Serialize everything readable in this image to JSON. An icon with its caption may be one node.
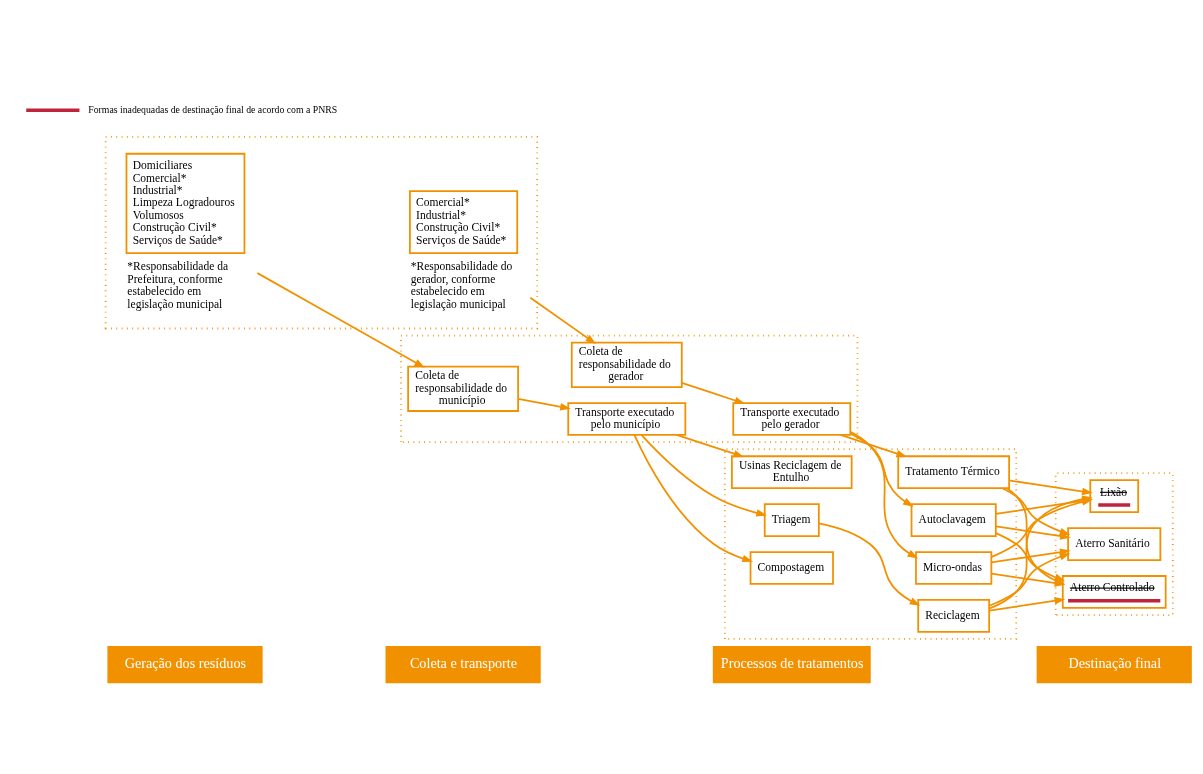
{
  "diagram": {
    "nodes": [
      {
        "text": [
          "Geração dos resíduos"
        ]
      },
      {
        "text": [
          "Coleta e transporte"
        ]
      },
      {
        "text": [
          "Processos de tratamentos"
        ]
      },
      {
        "text": [
          "Destinação final"
        ]
      },
      {
        "text": [],
        "shape": "box"
      },
      {
        "text": [
          "Domiciliares",
          "Comercial*",
          "Industrial*",
          "Limpeza Logradouros",
          "Volumosos",
          "Construção Civil*",
          "Serviços de Saúde*"
        ],
        "in": 4,
        "beside": [
          "*Responsabilidade da Prefeitura, conforme estabelecido em legislação municipal"
        ]
      },
      {
        "text": [
          "Comercial*",
          "Industrial*",
          "Construção Civil*",
          "Serviços de Saúde*"
        ],
        "in": 4,
        "beside": [
          "*Responsabilidade do gerador, conforme estabelecido em legislação municipal"
        ]
      },
      {
        "text": [],
        "shape": "box"
      },
      {
        "text": [
          "Coleta de responsabilidade do município"
        ],
        "in": 7
      },
      {
        "text": [
          "Transporte executado pelo município"
        ],
        "in": 7
      },
      {
        "text": [
          "Coleta de responsabilidade do gerador"
        ],
        "in": 7
      },
      {
        "text": [
          "Transporte executado pelo gerador"
        ],
        "in": 7
      },
      {
        "text": [],
        "shape": "box"
      },
      {
        "text": [
          "Triagem"
        ],
        "in": 12
      },
      {
        "text": [
          "Reciclagem"
        ],
        "in": 12
      },
      {
        "text": [
          "Compostagem"
        ],
        "in": 12
      },
      {
        "text": [
          "Usinas Reciclagem de Entulho"
        ],
        "in": 12
      },
      {
        "text": [
          "Tratamento Térmico"
        ],
        "in": 12
      },
      {
        "text": [
          "Autoclavagem"
        ],
        "in": 12
      },
      {
        "text": [
          "Micro-ondas"
        ],
        "in": 12
      },
      {
        "text": [],
        "shape": "box"
      },
      {
        "text": [
          "Aterro Sanitário"
        ],
        "in": 20
      },
      {
        "text": [
          "Aterro Controlado"
        ],
        "in": 20
      },
      {
        "text": [
          "Lixão"
        ],
        "in": 20
      }
    ],
    "edges": [
      {
        "from": 5,
        "to": 8,
        "arrow": "to"
      },
      {
        "from": 6,
        "to": 10,
        "arrow": "to"
      },
      {
        "from": 8,
        "to": 9,
        "arrow": "to"
      },
      {
        "from": 10,
        "to": 11,
        "arrow": "to"
      },
      {
        "from": 9,
        "to": 13,
        "arrow": "to"
      },
      {
        "from": 9,
        "to": 15,
        "arrow": "to"
      },
      {
        "from": 9,
        "to": 16,
        "arrow": "to"
      },
      {
        "from": 11,
        "to": 17,
        "arrow": "to"
      },
      {
        "from": 11,
        "to": 18,
        "arrow": "to"
      },
      {
        "from": 11,
        "to": 19,
        "arrow": "to"
      },
      {
        "from": 13,
        "to": 14,
        "arrow": "to"
      },
      {
        "from": 14,
        "to": 21,
        "arrow": "to"
      },
      {
        "from": 14,
        "to": 22,
        "arrow": "to"
      },
      {
        "from": 14,
        "to": 23,
        "arrow": "to"
      },
      {
        "from": 17,
        "to": 21,
        "arrow": "to"
      },
      {
        "from": 17,
        "to": 22,
        "arrow": "to"
      },
      {
        "from": 17,
        "to": 23,
        "arrow": "to"
      },
      {
        "from": 18,
        "to": 21,
        "arrow": "to"
      },
      {
        "from": 18,
        "to": 22,
        "arrow": "to"
      },
      {
        "from": 18,
        "to": 23,
        "arrow": "to"
      },
      {
        "from": 19,
        "to": 21,
        "arrow": "to"
      },
      {
        "from": 19,
        "to": 22,
        "arrow": "to"
      },
      {
        "from": 19,
        "to": 23,
        "arrow": "to"
      }
    ],
    "legend": [
      {
        "text": "Formas inadequadas de destinação final de acordo com a PNRS"
      }
    ]
  }
}
